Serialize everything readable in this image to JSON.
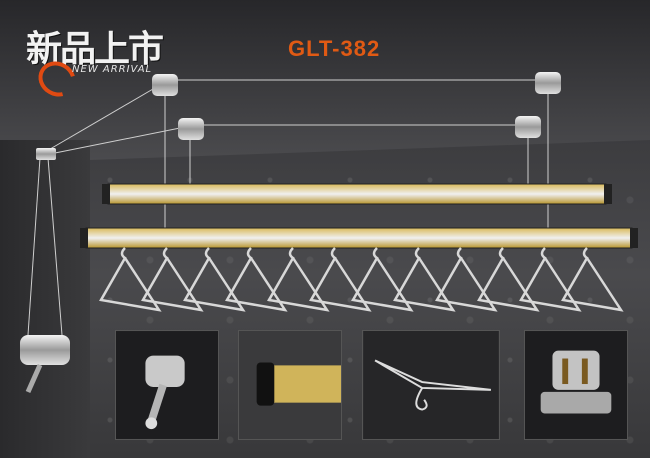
{
  "logo": {
    "main": "新品上市",
    "sub": "NEW ARRIVAL"
  },
  "product": {
    "model": "GLT-382"
  },
  "colors": {
    "accent": "#e05a14",
    "rail_gold": "#c9a64a",
    "chrome": "#c8c8c8"
  },
  "thumbnails": [
    {
      "name": "hand-crank"
    },
    {
      "name": "rail-end-cap"
    },
    {
      "name": "hanger"
    },
    {
      "name": "pulley-bracket"
    }
  ]
}
